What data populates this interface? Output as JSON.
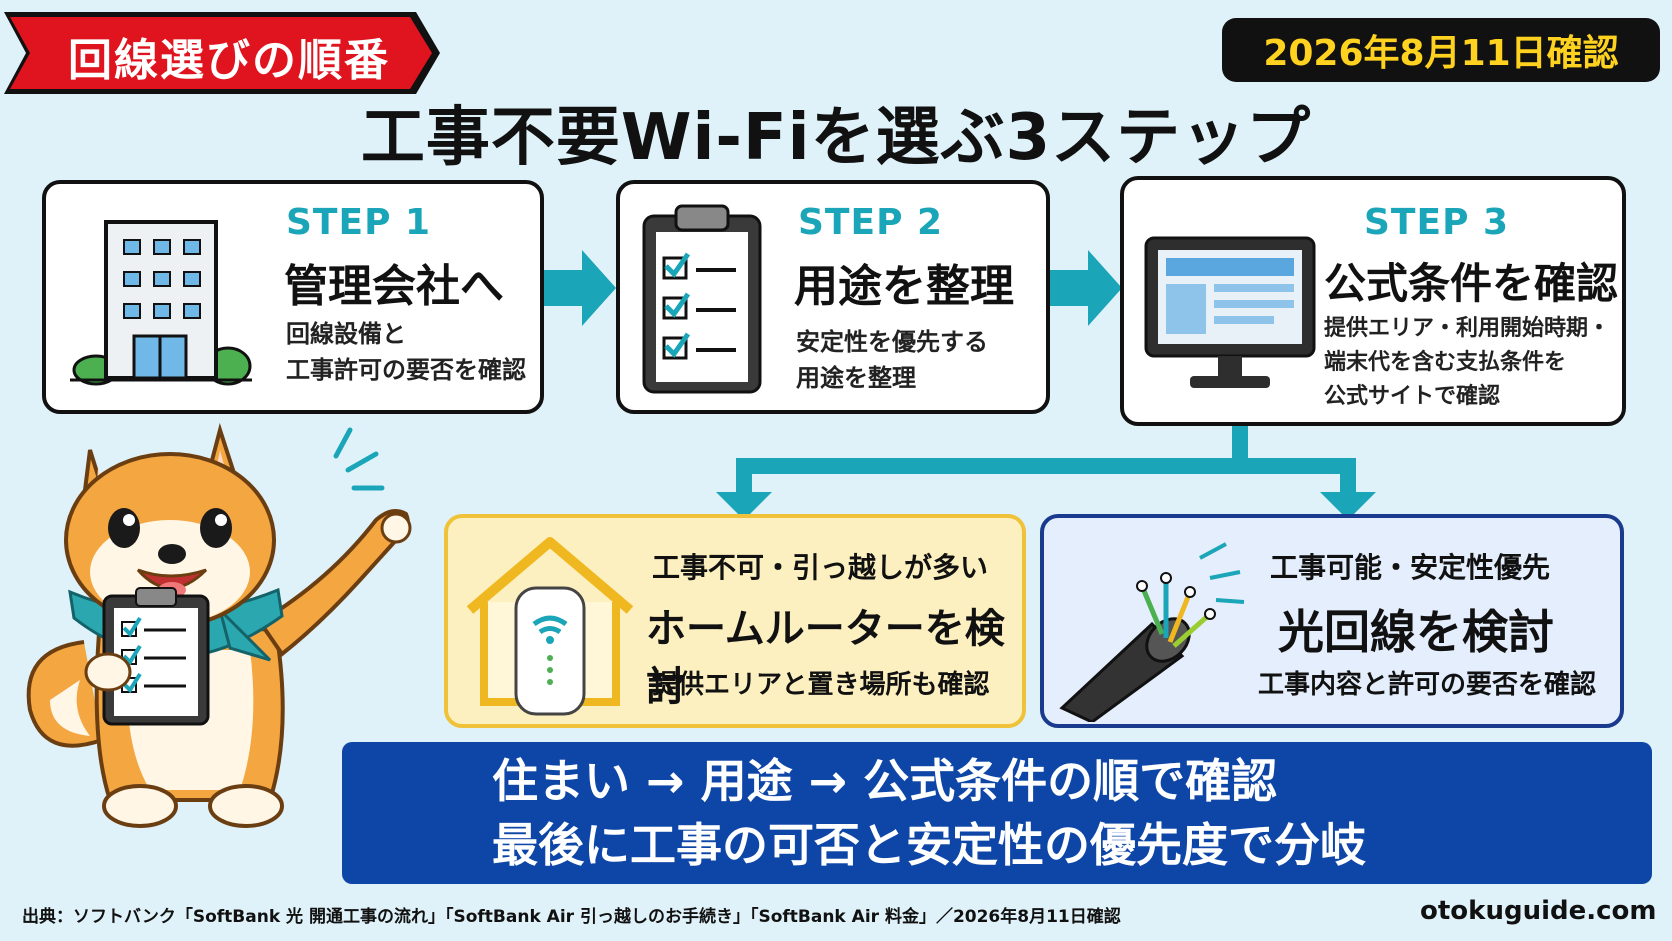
{
  "badge": {
    "label": "回線選びの順番"
  },
  "date_badge": {
    "label": "2026年8月11日確認"
  },
  "title": "工事不要Wi-Fiを選ぶ3ステップ",
  "steps": [
    {
      "label": "STEP 1",
      "title": "管理会社へ",
      "desc": [
        "回線設備と",
        "工事許可の要否を確認"
      ],
      "icon": "building-icon"
    },
    {
      "label": "STEP 2",
      "title": "用途を整理",
      "desc": [
        "安定性を優先する",
        "用途を整理"
      ],
      "icon": "clipboard-checklist-icon"
    },
    {
      "label": "STEP 3",
      "title": "公式条件を確認",
      "desc": [
        "提供エリア・利用開始時期・",
        "端末代を含む支払条件を",
        "公式サイトで確認"
      ],
      "icon": "monitor-icon"
    }
  ],
  "branches": [
    {
      "sub": "工事不可・引っ越しが多い",
      "title": "ホームルーターを検討",
      "desc": "提供エリアと置き場所も確認",
      "icon": "home-router-icon",
      "bg": "#fdf0c0",
      "border": "#f0c23a"
    },
    {
      "sub": "工事可能・安定性優先",
      "title": "光回線を検討",
      "desc": "工事内容と許可の要否を確認",
      "icon": "fiber-cable-icon",
      "bg": "#e4eefc",
      "border": "#1a3a8e"
    }
  ],
  "summary": {
    "line1": "住まい → 用途 → 公式条件の順で確認",
    "line2": "最後に工事の可否と安定性の優先度で分岐"
  },
  "footer": {
    "source": "出典：ソフトバンク「SoftBank 光 開通工事の流れ」「SoftBank Air 引っ越しのお手続き」「SoftBank Air 料金」／2026年8月11日確認",
    "site": "otokuguide.com"
  },
  "colors": {
    "accent": "#1ba5b8",
    "ribbon": "#e0141e",
    "summary": "#0e46a8",
    "date_text": "#ffd21f"
  }
}
